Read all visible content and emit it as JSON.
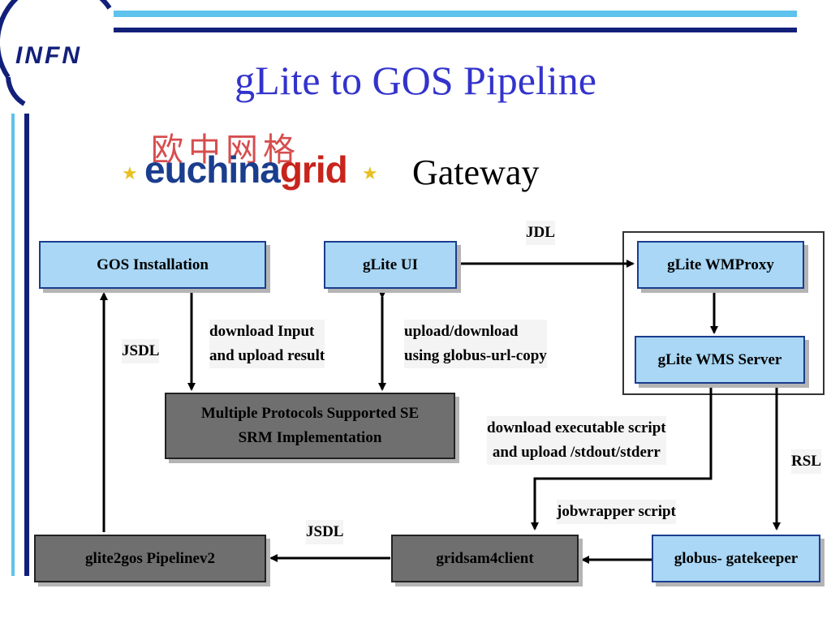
{
  "header": {
    "logo_text": "INFN",
    "title": "gLite to GOS Pipeline"
  },
  "brand": {
    "chinese": "欧中网格",
    "euchina_part1": "euchina",
    "euchina_part2": "grid",
    "subtitle": "Gateway"
  },
  "nodes": {
    "gos_installation": "GOS Installation",
    "glite_ui": "gLite UI",
    "glite_wmproxy": "gLite WMProxy",
    "glite_wms_server": "gLite WMS Server",
    "se_line1": "Multiple Protocols Supported SE",
    "se_line2": "SRM Implementation",
    "glite2gos": "glite2gos  Pipelinev2",
    "gridsam4client": "gridsam4client",
    "globus_gatekeeper": "globus- gatekeeper"
  },
  "labels": {
    "jdl_top": "JDL",
    "jsdl_left": "JSDL",
    "download_input_1": "download Input",
    "download_input_2": "and upload result",
    "upload_download_1": "upload/download",
    "upload_download_2": "using globus-url-copy",
    "exec_script_1": "download executable script",
    "exec_script_2": "and upload /stdout/stderr",
    "rsl": "RSL",
    "jobwrapper": "jobwrapper script",
    "jsdl_bottom": "JSDL"
  },
  "colors": {
    "node_blue": "#a9d7f5",
    "node_gray": "#6f6f6f",
    "title_blue": "#3333cc",
    "brand_dark": "#12207a",
    "brand_light": "#5fc2ec"
  }
}
